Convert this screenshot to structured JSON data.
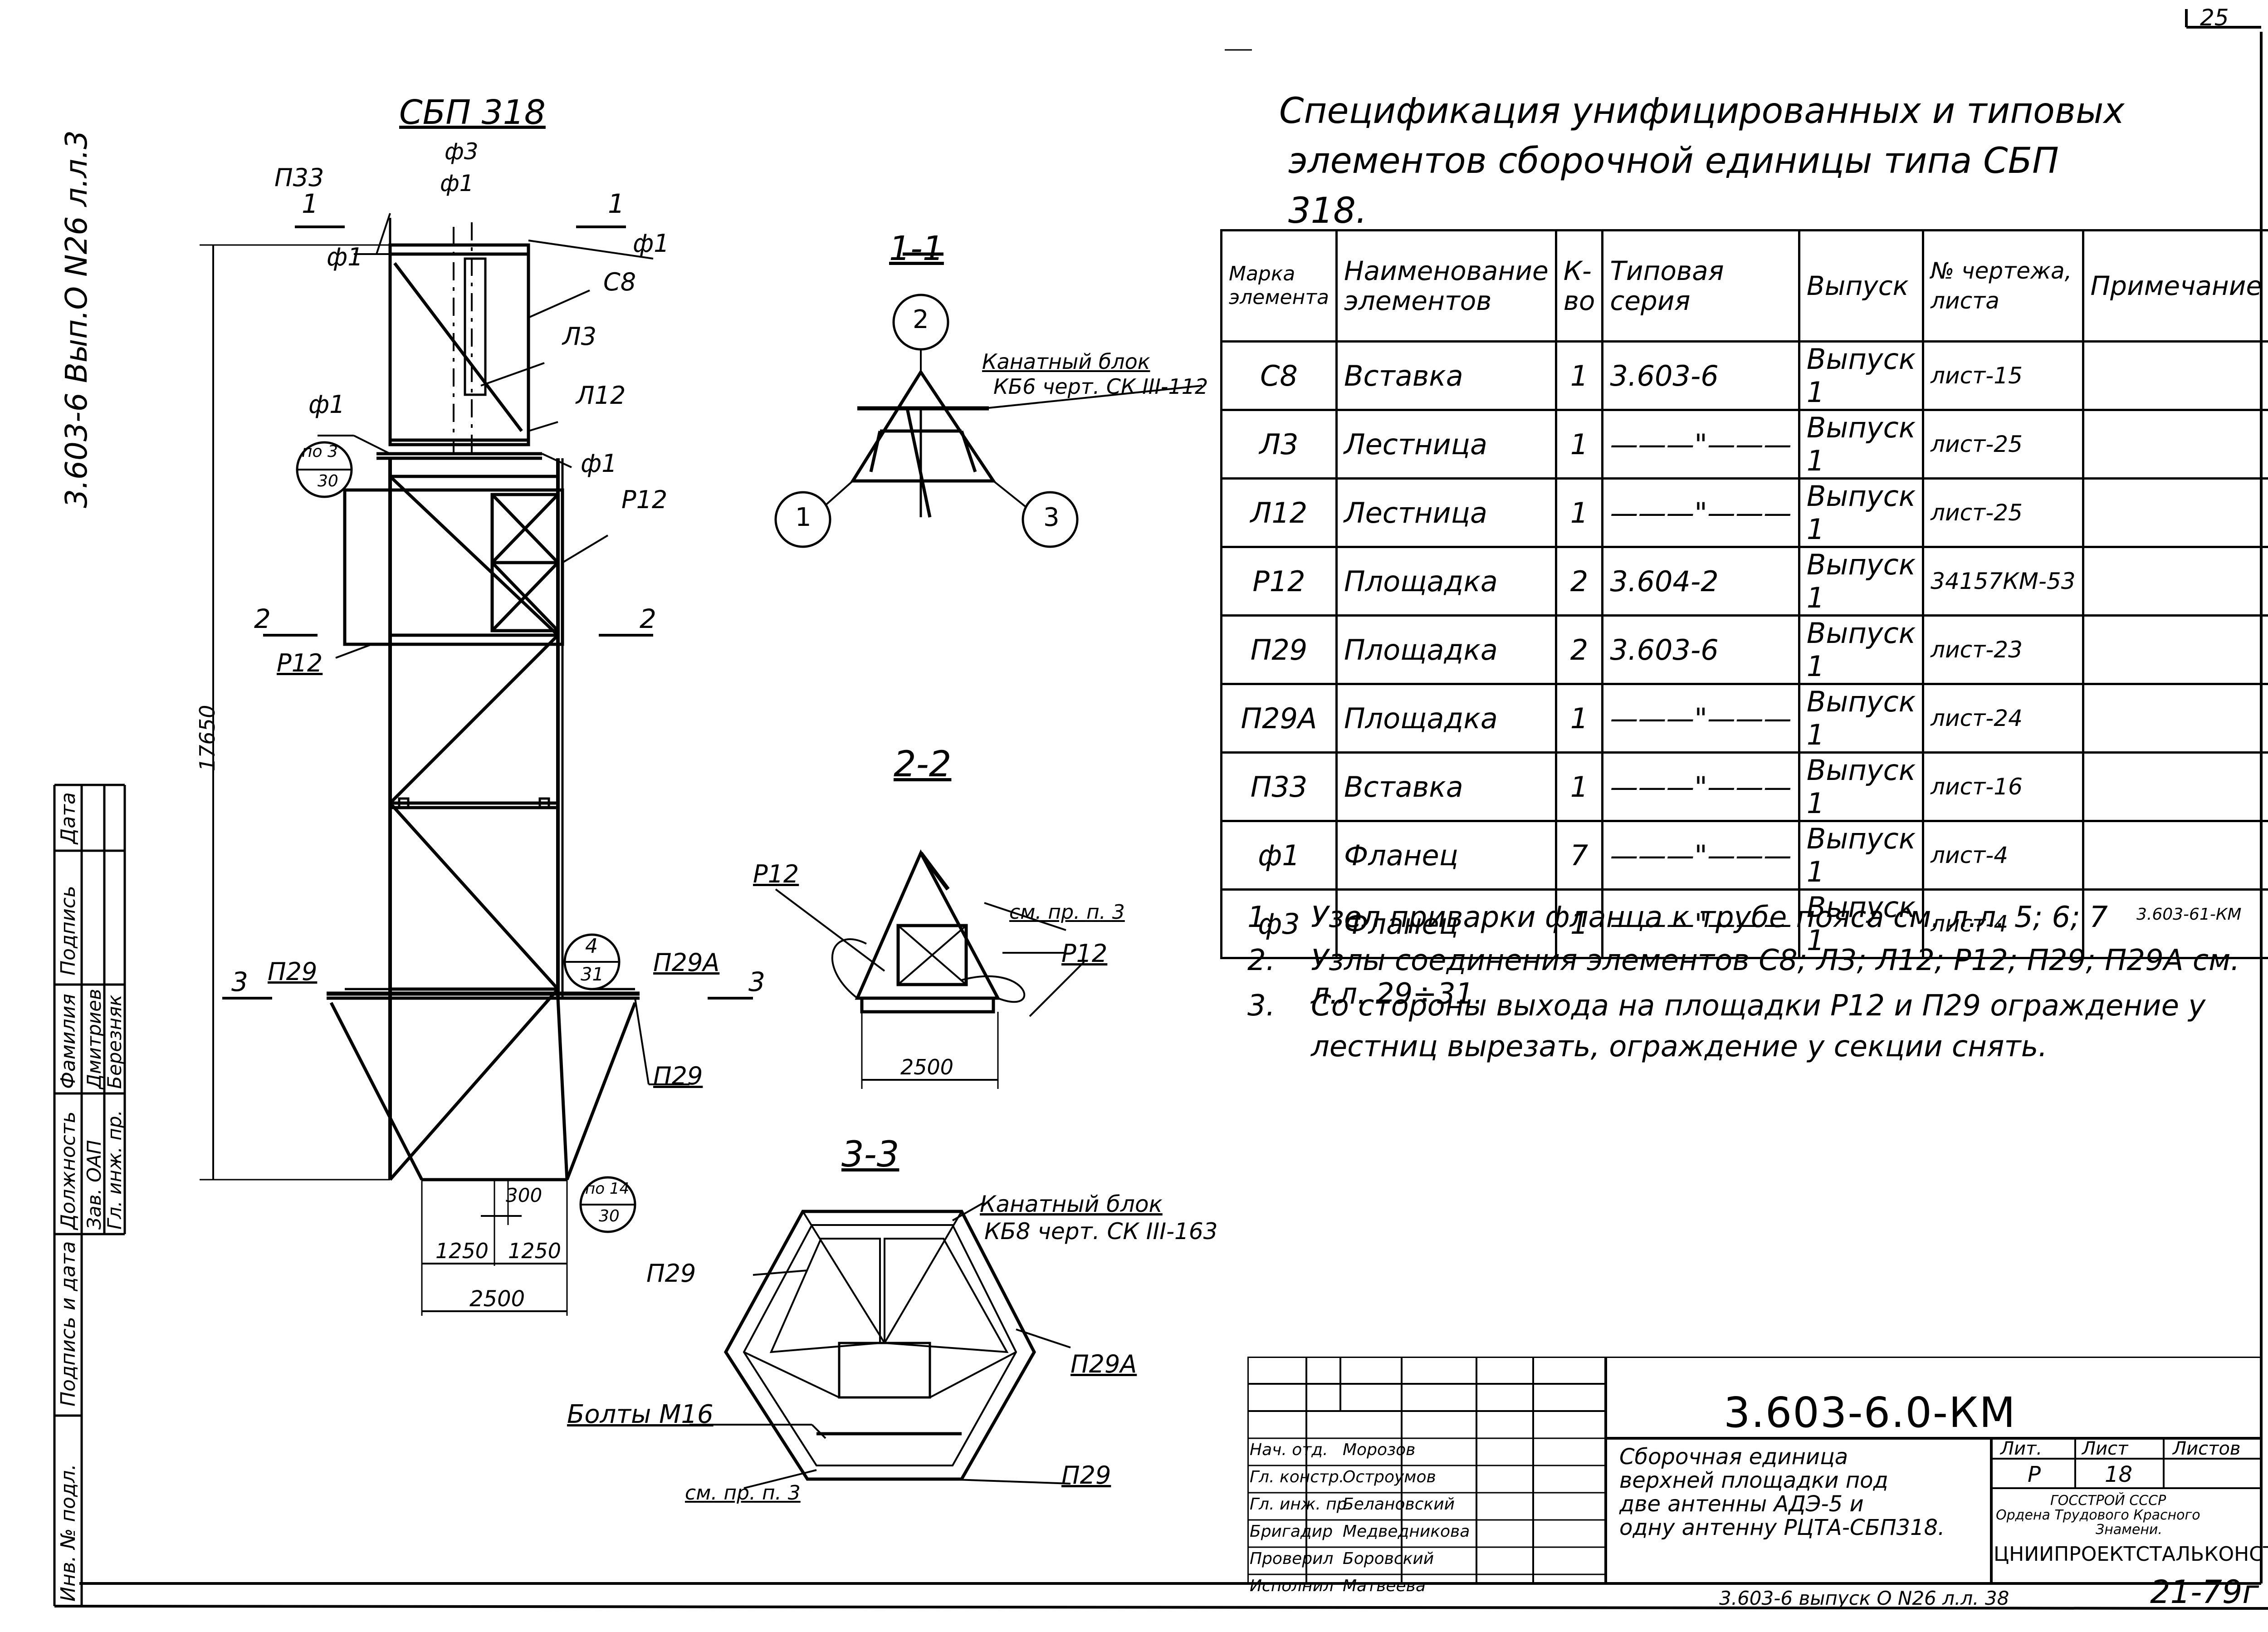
{
  "sheet": {
    "page_number": "25",
    "side_ref": "3.603-6  Вып.О  N26  л.л.3",
    "bottom_ref": "3.603-6  выпуск О  N26  л.л. 38",
    "bottom_handwritten": "21-79г"
  },
  "admin_strip": {
    "headers": [
      "Должность",
      "Фамилия",
      "Подпись",
      "Дата"
    ],
    "rows": [
      [
        "Зав. ОАП",
        "Дмитриев"
      ],
      [
        "Гл. инж. пр.",
        "Березняк"
      ]
    ],
    "sign_date_label": "Подпись и дата",
    "inv_label": "Инв. № подл."
  },
  "drawing": {
    "main_title": "СБП 318",
    "height_dim": "17650",
    "dims": {
      "d300": "300",
      "d1250a": "1250",
      "d1250b": "1250",
      "d2500": "2500"
    },
    "labels": {
      "p33": "П33",
      "f3": "ф3",
      "f1_top": "ф1",
      "f1_left": "ф1",
      "f1_right": "ф1",
      "c8": "С8",
      "l3": "Л3",
      "l12": "Л12",
      "f1_mid_left": "ф1",
      "f1_mid_right": "ф1",
      "r12_right": "Р12",
      "r12_left": "Р12",
      "p29_left": "П29",
      "p29a": "П29А",
      "p29_bottom": "П29",
      "sec1_left": "1",
      "sec1_right": "1",
      "sec2_left": "2",
      "sec2_right": "2",
      "sec3_left": "3",
      "sec3_right": "3"
    },
    "callouts": {
      "ref_3_30_top": "по 3",
      "ref_3_30_bottom": "30",
      "ref_4_31_top": "4",
      "ref_4_31_bottom": "31",
      "ref_14_30_top": "по 14",
      "ref_14_30_bottom": "30"
    }
  },
  "section_1_1": {
    "title": "1-1",
    "circle_1": "1",
    "circle_2": "2",
    "circle_3": "3",
    "block_note_1": "Канатный блок",
    "block_note_2": "КБ6 черт. СК III-112"
  },
  "section_2_2": {
    "title": "2-2",
    "p12_left": "Р12",
    "p12_right": "Р12",
    "note": "см. пр. п. 3",
    "dim": "2500"
  },
  "section_3_3": {
    "title": "3-3",
    "block_note_1": "Канатный блок",
    "block_note_2": "КБ8 черт. СК III-163",
    "p29_left": "П29",
    "p29a": "П29А",
    "p29_bottom": "П29",
    "bolts": "Болты М16",
    "note": "см. пр. п. 3"
  },
  "spec": {
    "title_line1": "Спецификация  унифицированных  и  типовых",
    "title_line2": "элементов   сборочной   единицы   типа  СБП 318.",
    "headers": [
      "Марка элемента",
      "Наименование элементов",
      "К-во",
      "Типовая серия",
      "Выпуск",
      "№ чертежа, листа",
      "Примечание"
    ],
    "rows": [
      [
        "С8",
        "Вставка",
        "1",
        "3.603-6",
        "Выпуск 1",
        "лист-15",
        ""
      ],
      [
        "Л3",
        "Лестница",
        "1",
        "———\"———",
        "Выпуск 1",
        "лист-25",
        ""
      ],
      [
        "Л12",
        "Лестница",
        "1",
        "———\"———",
        "Выпуск 1",
        "лист-25",
        ""
      ],
      [
        "Р12",
        "Площадка",
        "2",
        "3.604-2",
        "Выпуск 1",
        "34157КМ-53",
        ""
      ],
      [
        "П29",
        "Площадка",
        "2",
        "3.603-6",
        "Выпуск 1",
        "лист-23",
        ""
      ],
      [
        "П29А",
        "Площадка",
        "1",
        "———\"———",
        "Выпуск 1",
        "лист-24",
        ""
      ],
      [
        "П33",
        "Вставка",
        "1",
        "———\"———",
        "Выпуск 1",
        "лист-16",
        ""
      ],
      [
        "ф1",
        "Фланец",
        "7",
        "———\"———",
        "Выпуск 1",
        "лист-4",
        ""
      ],
      [
        "ф3",
        "Фланец",
        "1",
        "———\"———",
        "Выпуск 1",
        "лист-4",
        ""
      ]
    ]
  },
  "notes": [
    {
      "num": "1.",
      "text": "Узел приварки фланца к трубе пояса см. л.л. 5; 6; 7",
      "extra": "3.603-61-КМ"
    },
    {
      "num": "2.",
      "text": "Узлы соединения элементов С8; Л3; Л12; Р12; П29; П29А см. л.л. 29÷31."
    },
    {
      "num": "3.",
      "text": "Со стороны выхода на площадки Р12 и П29 ограждение у"
    },
    {
      "num": "",
      "text": "лестниц вырезать, ограждение у секции снять."
    }
  ],
  "title_block": {
    "code": "3.603-6.0-КМ",
    "description": [
      "Сборочная  единица",
      "верхней  площадки  под",
      "две  антенны  АДЭ-5  и",
      "одну  антенну  РЦТА-СБП318."
    ],
    "lit_label": "Лит.",
    "sheet_label": "Лист",
    "sheets_label": "Листов",
    "lit_value": "Р",
    "sheet_value": "18",
    "sheets_value": "",
    "org_line1": "ГОССТРОЙ СССР",
    "org_line2": "Ордена Трудового Красного",
    "org_line3": "Знамени.",
    "org_name": "ЦНИИПРОЕКТСТАЛЬКОНСТРУКЦИЯ",
    "roles": [
      [
        "Нач. отд.",
        "Морозов"
      ],
      [
        "Гл. констр.",
        "Остроумов"
      ],
      [
        "Гл. инж. пр.",
        "Белановский"
      ],
      [
        "Бригадир",
        "Медведникова"
      ],
      [
        "Проверил",
        "Боровский"
      ],
      [
        "Исполнил",
        "Матвеева"
      ]
    ]
  }
}
